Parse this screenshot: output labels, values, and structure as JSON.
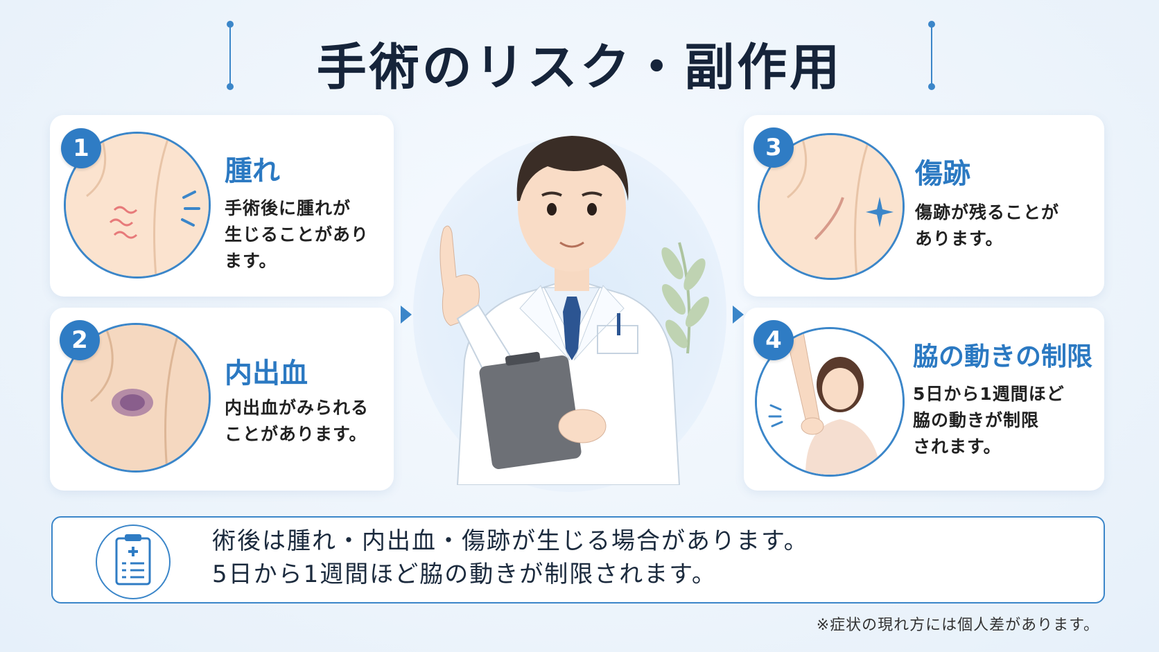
{
  "title": "手術のリスク・副作用",
  "cards": [
    {
      "number": "1",
      "title": "腫れ",
      "lines": [
        "手術後に腫れが",
        "生じることがあり",
        "ます。"
      ]
    },
    {
      "number": "2",
      "title": "内出血",
      "lines": [
        "内出血がみられる",
        "ことがあります。"
      ]
    },
    {
      "number": "3",
      "title": "傷跡",
      "lines": [
        "傷跡が残ることが",
        "あります。"
      ]
    },
    {
      "number": "4",
      "title": "脇の動きの制限",
      "lines": [
        "5日から1週間ほど",
        "脇の動きが制限",
        "されます。"
      ]
    }
  ],
  "summary": {
    "lines": [
      "術後は腫れ・内出血・傷跡が生じる場合があります。",
      "5日から1週間ほど脇の動きが制限されます。"
    ]
  },
  "note": "※症状の現れ方には個人差があります。",
  "colors": {
    "accent": "#2f7cc4",
    "title": "#16243a",
    "background": "#eef5fc",
    "skin": "#fbe7d6"
  },
  "icons": [
    "clipboard-medical-icon",
    "swelling-icon",
    "bruise-icon",
    "scar-icon",
    "sparkle-icon",
    "arm-restriction-icon",
    "doctor-illustration"
  ]
}
